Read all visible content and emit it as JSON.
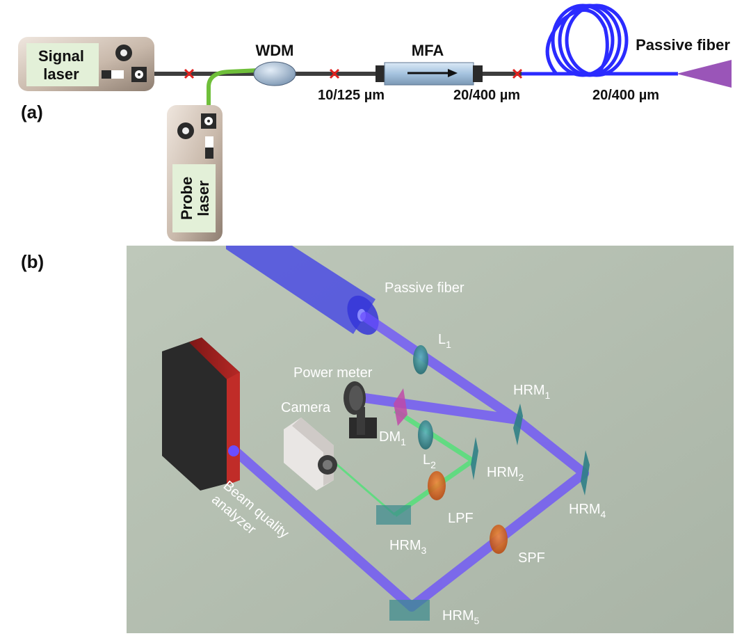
{
  "panel_a": {
    "panel_label": "(a)",
    "signal_laser": [
      "Signal",
      "laser"
    ],
    "probe_laser": [
      "Probe",
      "laser"
    ],
    "wdm_label": "WDM",
    "mfa_label": "MFA",
    "passive_fiber_label": "Passive fiber",
    "fiber_spec_1": "10/125 µm",
    "fiber_spec_2": "20/400 µm",
    "fiber_spec_3": "20/400 µm"
  },
  "panel_b": {
    "panel_label": "(b)",
    "passive_fiber_label": "Passive fiber",
    "lens_1": {
      "base": "L",
      "sub": "1"
    },
    "lens_2": {
      "base": "L",
      "sub": "2"
    },
    "hrm_1": {
      "base": "HRM",
      "sub": "1"
    },
    "hrm_2": {
      "base": "HRM",
      "sub": "2"
    },
    "hrm_3": {
      "base": "HRM",
      "sub": "3"
    },
    "hrm_4": {
      "base": "HRM",
      "sub": "4"
    },
    "hrm_5": {
      "base": "HRM",
      "sub": "5"
    },
    "dm_1": {
      "base": "DM",
      "sub": "1"
    },
    "power_meter_label": "Power meter",
    "camera_label": "Camera",
    "lpf_label": "LPF",
    "spf_label": "SPF",
    "beam_quality_analyzer": [
      "Beam quality",
      "analyzer"
    ]
  },
  "colors": {
    "fiber_blue": "#2b2bff",
    "beam_blue": "#6a4dff",
    "beam_green": "#55e07a",
    "probe_green": "#6fbf3a",
    "table_bg": "#b5c0b1",
    "analyzer_red": "#a8211f",
    "filter_orange": "#e0641f",
    "dm_magenta": "#c04aa8",
    "mirror_teal": "#2f7f86"
  }
}
